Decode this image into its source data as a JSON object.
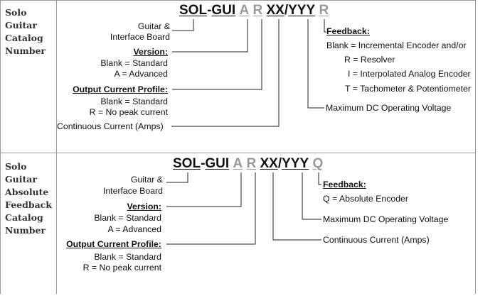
{
  "row1": {
    "label": "Solo Guitar Catalog Number",
    "code": {
      "prefix": "SOL",
      "dash": "-",
      "gui": "GUI",
      "a": "A",
      "r": "R",
      "xx": "XX",
      "slash": "/",
      "yyy": "YYY",
      "fb": "R"
    },
    "board_line1": "Guitar &",
    "board_line2": "Interface Board",
    "version_title": "Version:",
    "version_1": "Blank = Standard",
    "version_2": "A = Advanced",
    "profile_title": "Output Current Profile:",
    "profile_1": "Blank = Standard",
    "profile_2": "R = No peak current",
    "continuous": "Continuous Current (Amps)",
    "max_dc": "Maximum DC Operating Voltage",
    "feedback_title": "Feedback:",
    "feedback_1": "Blank = Incremental Encoder and/or",
    "feedback_2": "R = Resolver",
    "feedback_3": "I = Interpolated Analog Encoder",
    "feedback_4": "T = Tachometer & Potentiometer"
  },
  "row2": {
    "label": "Solo Guitar Absolute Feedback Catalog Number",
    "code": {
      "prefix": "SOL",
      "dash": "-",
      "gui": "GUI",
      "a": "A",
      "r": "R",
      "xx": "XX",
      "slash": "/",
      "yyy": "YYY",
      "fb": "Q"
    },
    "board_line1": "Guitar &",
    "board_line2": "Interface Board",
    "version_title": "Version:",
    "version_1": "Blank = Standard",
    "version_2": "A = Advanced",
    "profile_title": "Output Current Profile:",
    "profile_1": "Blank = Standard",
    "profile_2": "R = No peak current",
    "feedback_title": "Feedback:",
    "feedback_1": "Q = Absolute Encoder",
    "max_dc": "Maximum DC Operating Voltage",
    "continuous": "Continuous Current (Amps)"
  }
}
